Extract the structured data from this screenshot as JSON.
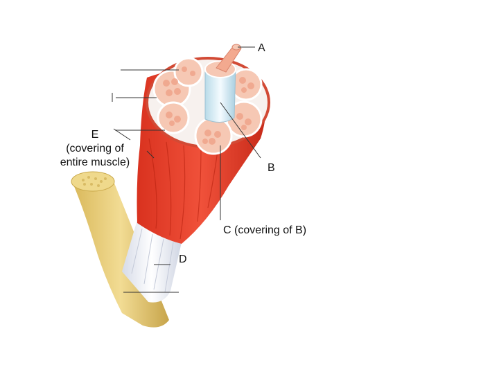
{
  "labels": {
    "a": "A",
    "b": "B",
    "c": "C (covering of B)",
    "d": "D",
    "e_line1": "E",
    "e_line2": "(covering of",
    "e_line3": "entire muscle)"
  },
  "colors": {
    "muscle": "#e8412b",
    "muscle_dark": "#c8281a",
    "fascicle": "#f6c8b4",
    "fiber": "#f3a98f",
    "perimysium": "#ffffff",
    "tendon": "#e9ecf3",
    "bone": "#e8cf7a",
    "bone_dark": "#c9a84a",
    "leader_line": "#333333"
  }
}
